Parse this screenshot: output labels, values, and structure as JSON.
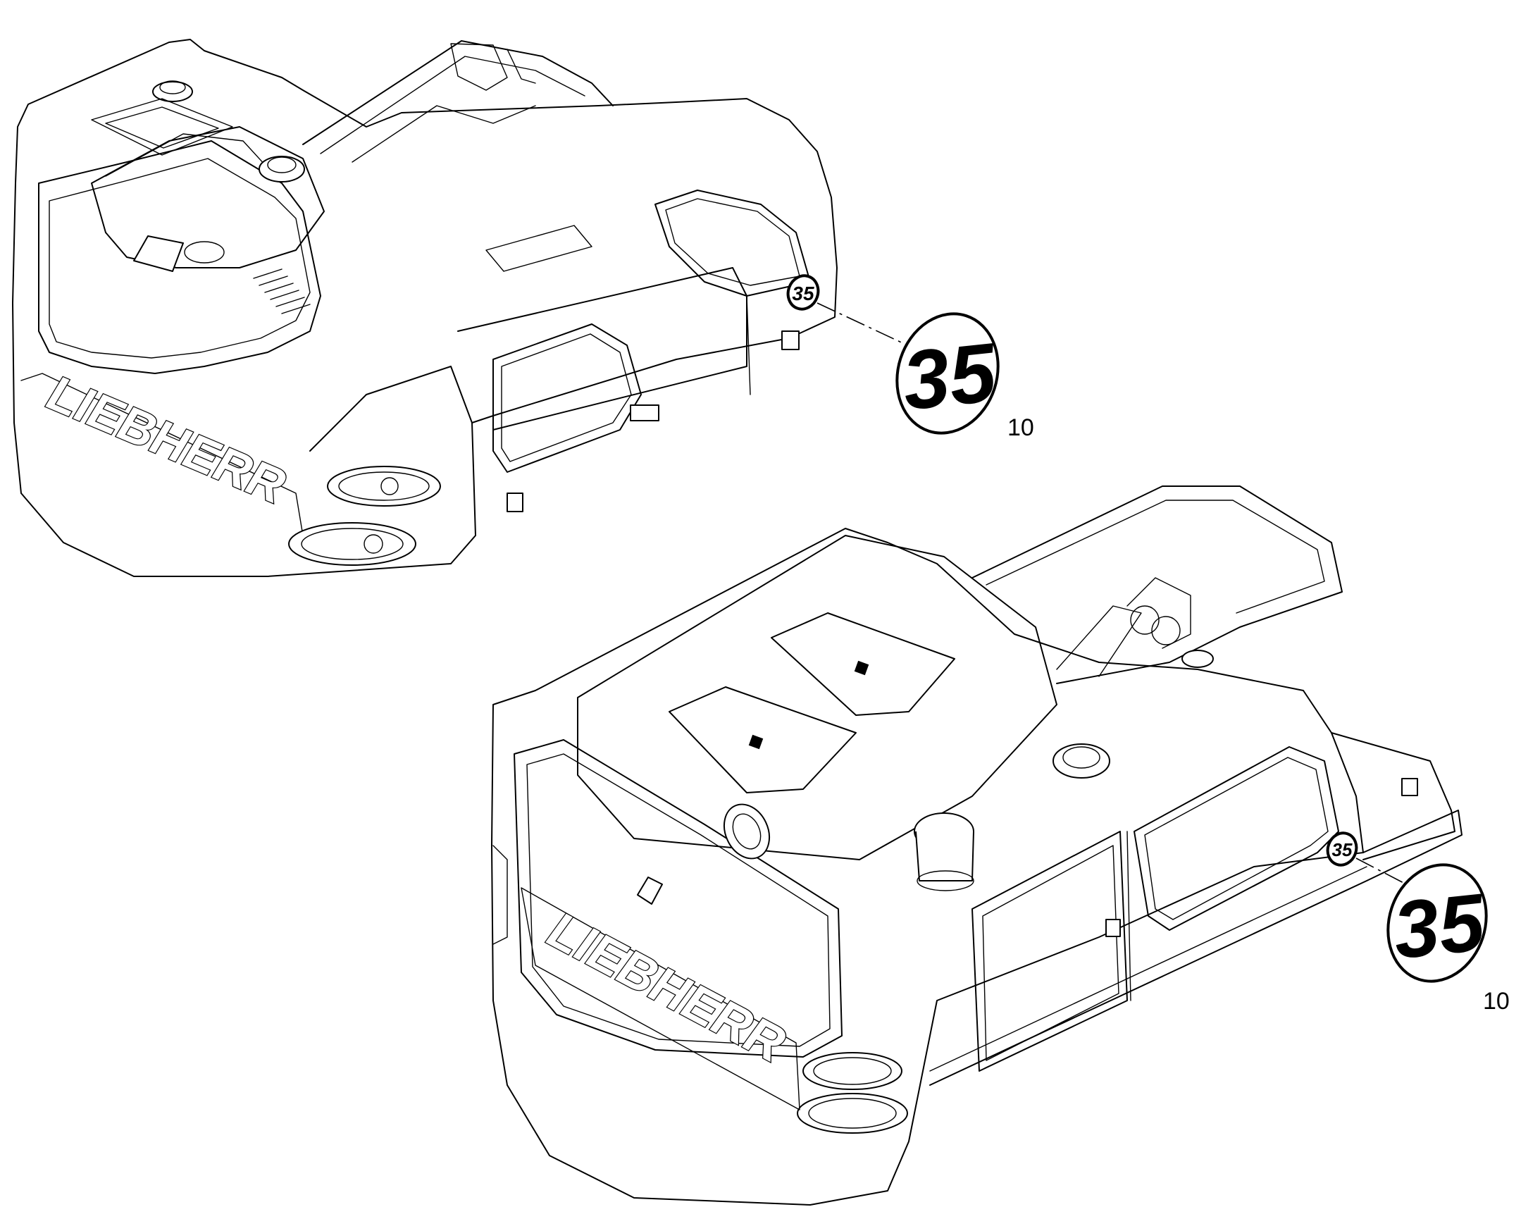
{
  "diagram": {
    "views": [
      {
        "id": "upper",
        "brand": "LIEBHERR",
        "decal_small": "35",
        "decal_large": "35",
        "callout": "10"
      },
      {
        "id": "lower",
        "brand": "LIEBHERR",
        "decal_small": "35",
        "decal_large": "35",
        "callout": "10"
      }
    ]
  }
}
